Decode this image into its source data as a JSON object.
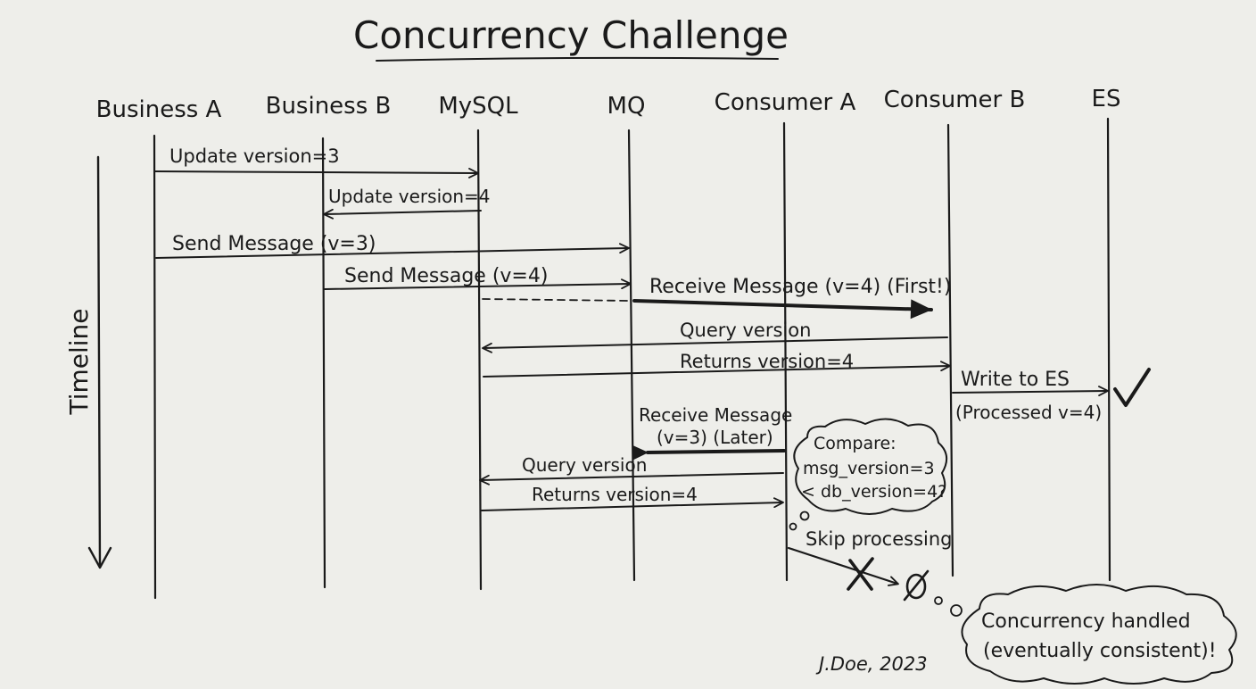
{
  "title": "Concurrency Challenge",
  "timeline_label": "Timeline",
  "participants": [
    "Business A",
    "Business B",
    "MySQL",
    "MQ",
    "Consumer A",
    "Consumer B",
    "ES"
  ],
  "messages": [
    "Update version=3",
    "Update version=4",
    "Send Message (v=3)",
    "Send Message (v=4)",
    "Receive Message (v=4) (First!)",
    "Query version",
    "Returns version=4",
    "Write to ES",
    "(Processed v=4)",
    "Receive Message",
    "(v=3) (Later)",
    "Query version",
    "Returns version=4",
    "Skip processing"
  ],
  "compare_bubble": [
    "Compare:",
    "msg_version=3",
    "< db_version=4?"
  ],
  "result_bubble": [
    "Concurrency handled",
    "(eventually consistent)!"
  ],
  "signature": "J.Doe, 2023",
  "ink_color": "#1a1a1a",
  "paper_color": "#eeeeea"
}
